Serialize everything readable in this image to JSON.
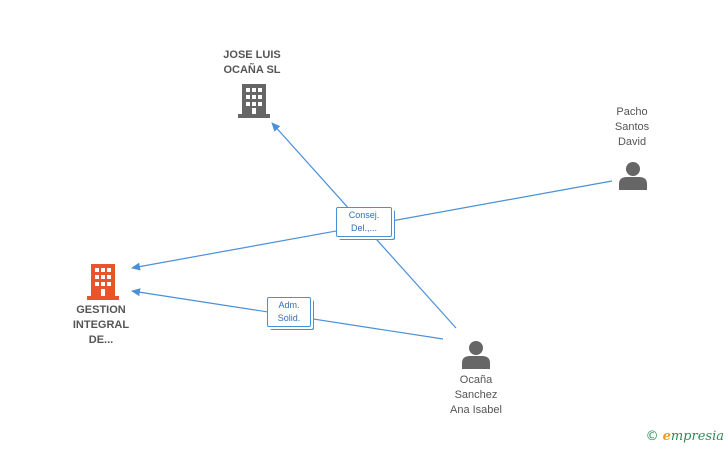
{
  "nodes": {
    "jose_luis": {
      "label": "JOSE LUIS\nOCAÑA SL",
      "kind": "company",
      "icon": "building-icon",
      "color": "#666666"
    },
    "gestion": {
      "label": "GESTION\nINTEGRAL\nDE...",
      "kind": "company",
      "icon": "building-icon",
      "color": "#e8552b"
    },
    "pacho": {
      "label": "Pacho\nSantos\nDavid",
      "kind": "person",
      "icon": "person-icon",
      "color": "#666666"
    },
    "ocana": {
      "label": "Ocaña\nSanchez\nAna Isabel",
      "kind": "person",
      "icon": "person-icon",
      "color": "#666666"
    }
  },
  "edges": {
    "consej": {
      "label": "Consej.\nDel.,..."
    },
    "adm": {
      "label": "Adm.\nSolid."
    }
  },
  "colors": {
    "edge": "#4a90d9",
    "edge_label": "#2f6fb5"
  },
  "watermark": {
    "copyright": "©",
    "brand_initial": "e",
    "brand_rest": "mpresia"
  }
}
